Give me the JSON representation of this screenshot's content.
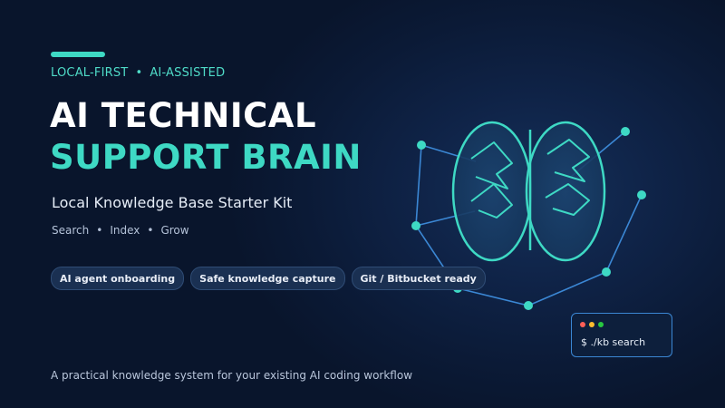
{
  "eyebrow": {
    "left": "LOCAL-FIRST",
    "separator": "•",
    "right": "AI-ASSISTED"
  },
  "title": {
    "line1": "AI TECHNICAL",
    "line2": "SUPPORT BRAIN"
  },
  "subtitle": "Local Knowledge Base Starter Kit",
  "meta": {
    "items": [
      "Search",
      "Index",
      "Grow"
    ],
    "separator": "•"
  },
  "chips": [
    "AI agent onboarding",
    "Safe knowledge capture",
    "Git / Bitbucket ready"
  ],
  "terminal": {
    "command": "$ ./kb search",
    "dots": [
      "#ff5f57",
      "#febc2e",
      "#28c840"
    ]
  },
  "footer": "A practical knowledge system for your existing AI coding workflow",
  "colors": {
    "accent": "#3ed9c4",
    "background": "#0b1a36",
    "network_line": "#3b87d4",
    "chip_bg": "#1a3052"
  },
  "icons": {
    "hero": "brain-network-icon",
    "terminal": "terminal-window-icon"
  }
}
